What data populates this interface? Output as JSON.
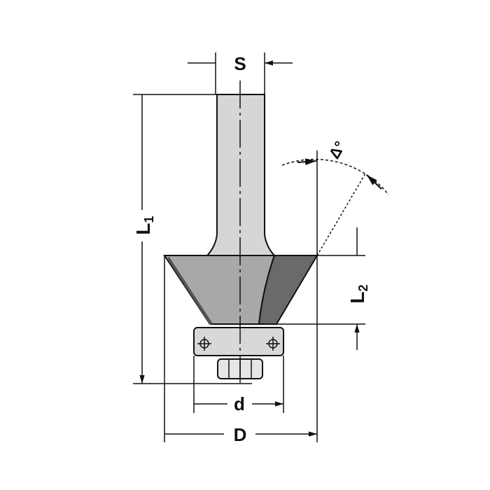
{
  "labels": {
    "shank_diameter": "S",
    "overall_length": "L",
    "overall_length_sub": "1",
    "cutting_length": "L",
    "cutting_length_sub": "2",
    "angle": "Δ°",
    "bearing_diameter": "d",
    "cutting_diameter": "D"
  },
  "colors": {
    "shank": "#d6d6d6",
    "cone_light": "#a8a8a8",
    "cone_dark": "#6a6a6a",
    "bearing": "#d8d8d8",
    "line": "#111111"
  }
}
